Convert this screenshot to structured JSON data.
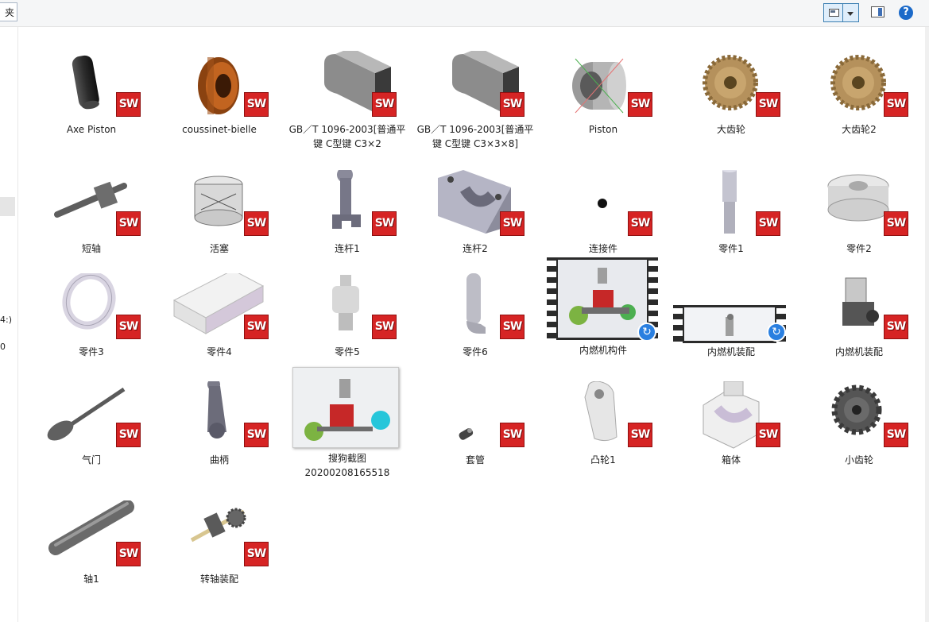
{
  "toolbar": {
    "breadcrumb_fragment": "夹",
    "help_label": "?"
  },
  "navpane": {
    "fragment_1": "4:)",
    "fragment_2": "0"
  },
  "badge_text": "SW",
  "files": [
    {
      "name": "Axe Piston",
      "icon": "piston-pin-3d-icon"
    },
    {
      "name": "coussinet-bielle",
      "icon": "bearing-bushing-3d-icon"
    },
    {
      "name": "GB／T 1096-2003[普通平\n键 C型键 C3×2",
      "icon": "flat-key-3d-icon"
    },
    {
      "name": "GB／T 1096-2003[普通平\n键 C型键 C3×3×8]",
      "icon": "flat-key-3d-icon"
    },
    {
      "name": "Piston",
      "icon": "piston-3d-icon"
    },
    {
      "name": "大齿轮",
      "icon": "large-gear-3d-icon"
    },
    {
      "name": "大齿轮2",
      "icon": "large-gear-3d-icon"
    },
    {
      "name": "短轴",
      "icon": "short-shaft-3d-icon"
    },
    {
      "name": "活塞",
      "icon": "piston-wireframe-3d-icon"
    },
    {
      "name": "连杆1",
      "icon": "connecting-rod-3d-icon"
    },
    {
      "name": "连杆2",
      "icon": "bearing-block-3d-icon"
    },
    {
      "name": "连接件",
      "icon": "small-connector-3d-icon"
    },
    {
      "name": "零件1",
      "icon": "pin-shaft-3d-icon"
    },
    {
      "name": "零件2",
      "icon": "clamp-ring-3d-icon"
    },
    {
      "name": "零件3",
      "icon": "ring-3d-icon"
    },
    {
      "name": "零件4",
      "icon": "block-3d-icon"
    },
    {
      "name": "零件5",
      "icon": "stepped-shaft-3d-icon"
    },
    {
      "name": "零件6",
      "icon": "bent-pin-3d-icon"
    },
    {
      "name": "内燃机构件",
      "icon": "video-file-icon"
    },
    {
      "name": "内燃机装配",
      "icon": "video-file-icon"
    },
    {
      "name": "内燃机装配",
      "icon": "engine-assembly-3d-icon"
    },
    {
      "name": "气门",
      "icon": "valve-3d-icon"
    },
    {
      "name": "曲柄",
      "icon": "crank-3d-icon"
    },
    {
      "name": "搜狗截图\n20200208165518",
      "icon": "screenshot-image-icon"
    },
    {
      "name": "套管",
      "icon": "sleeve-3d-icon"
    },
    {
      "name": "凸轮1",
      "icon": "cam-3d-icon"
    },
    {
      "name": "箱体",
      "icon": "housing-3d-icon"
    },
    {
      "name": "小齿轮",
      "icon": "small-gear-3d-icon"
    },
    {
      "name": "轴1",
      "icon": "shaft-3d-icon"
    },
    {
      "name": "转轴装配",
      "icon": "shaft-assembly-3d-icon"
    }
  ],
  "colors": {
    "sw_badge": "#d62424",
    "selection_border": "#3c7fb1",
    "help_blue": "#1b6ac9"
  }
}
